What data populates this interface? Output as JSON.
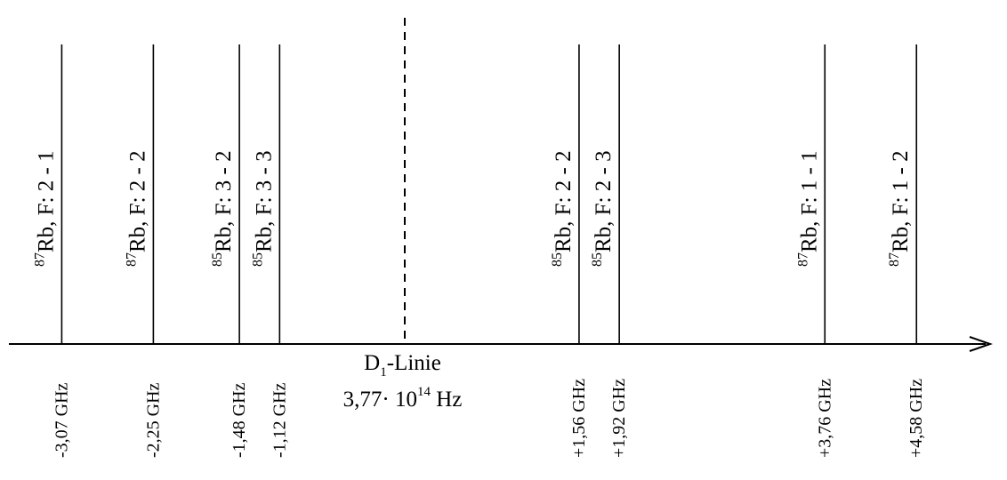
{
  "transitions": [
    {
      "isotope": "87",
      "label": "Rb, F: 2 - 1",
      "freq_ghz": -3.07,
      "freq_label": "-3,07 GHz"
    },
    {
      "isotope": "87",
      "label": "Rb, F: 2 - 2",
      "freq_ghz": -2.25,
      "freq_label": "-2,25 GHz"
    },
    {
      "isotope": "85",
      "label": "Rb, F: 3 - 2",
      "freq_ghz": -1.48,
      "freq_label": "-1,48 GHz"
    },
    {
      "isotope": "85",
      "label": "Rb, F: 3 - 3",
      "freq_ghz": -1.12,
      "freq_label": "-1,12 GHz"
    },
    {
      "isotope": "85",
      "label": "Rb, F: 2 - 2",
      "freq_ghz": 1.56,
      "freq_label": "+1,56 GHz"
    },
    {
      "isotope": "85",
      "label": "Rb, F: 2 - 3",
      "freq_ghz": 1.92,
      "freq_label": "+1,92 GHz"
    },
    {
      "isotope": "87",
      "label": "Rb, F: 1 - 1",
      "freq_ghz": 3.76,
      "freq_label": "+3,76 GHz"
    },
    {
      "isotope": "87",
      "label": "Rb, F: 1 - 2",
      "freq_ghz": 4.58,
      "freq_label": "+4,58 GHz"
    }
  ],
  "center": {
    "line_symbol": "D",
    "line_subscript": "1",
    "line_suffix": "-Linie",
    "freq_mantissa": "3,77· 10",
    "freq_exponent": "14",
    "freq_unit": "Hz"
  }
}
